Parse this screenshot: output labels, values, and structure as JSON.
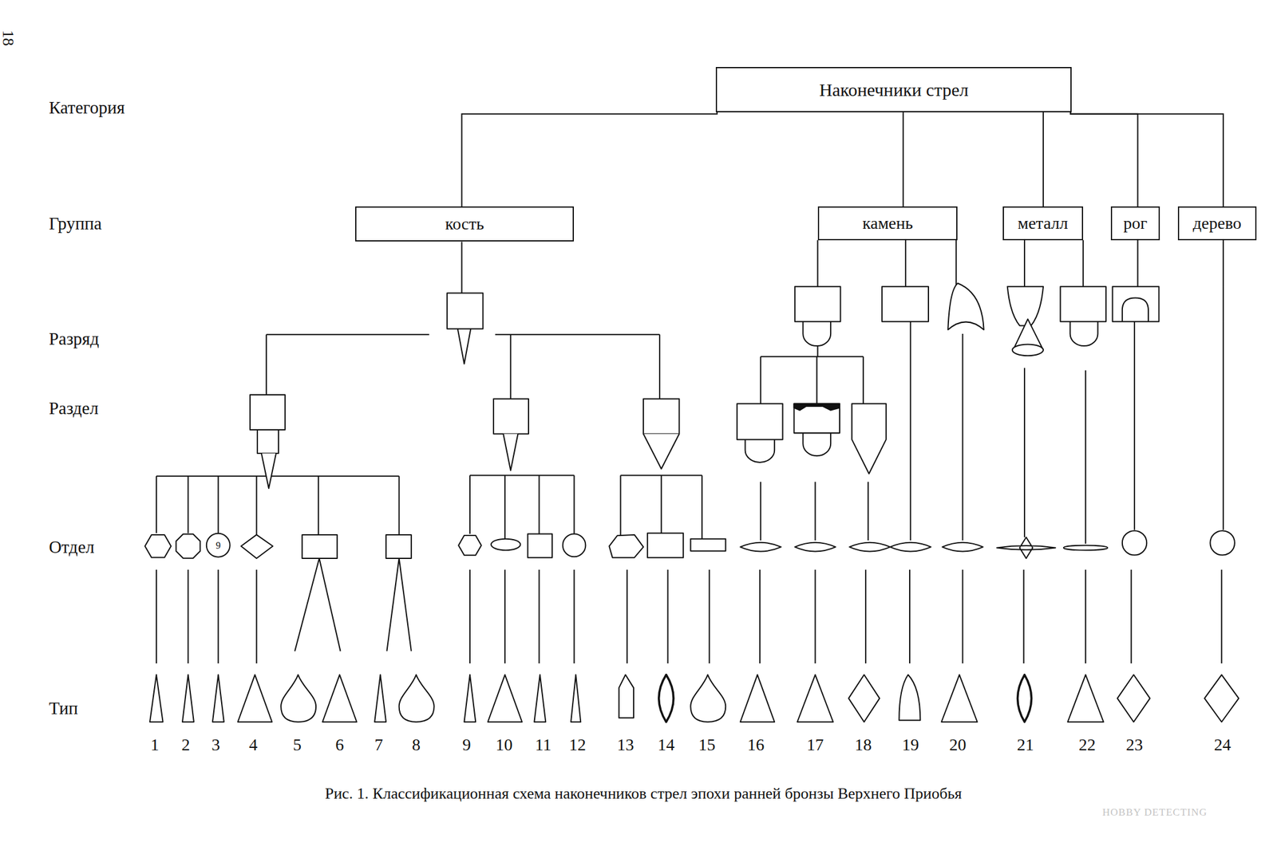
{
  "diagram": {
    "caption": "Рис. 1. Классификационная схема наконечников стрел эпохи ранней бронзы Верхнего Приобья",
    "nodes": [
      {
        "text": [
          "Наконечники стрел"
        ]
      },
      {
        "text": [
          "кость"
        ]
      },
      {
        "text": [
          "камень"
        ]
      },
      {
        "text": [
          "металл"
        ]
      },
      {
        "text": [
          "рог"
        ]
      },
      {
        "text": [
          "дерево"
        ]
      },
      {
        "text": [
          "9"
        ]
      }
    ],
    "edges": [
      {
        "from": 0,
        "to": 1,
        "arrow": "none"
      },
      {
        "from": 0,
        "to": 2,
        "arrow": "none"
      },
      {
        "from": 0,
        "to": 3,
        "arrow": "none"
      },
      {
        "from": 0,
        "to": 4,
        "arrow": "none"
      },
      {
        "from": 0,
        "to": 5,
        "arrow": "none"
      }
    ],
    "labels": [
      "18",
      "Категория",
      "Группа",
      "Разряд",
      "Раздел",
      "Отдел",
      "Тип",
      "1",
      "2",
      "3",
      "4",
      "5",
      "6",
      "7",
      "8",
      "9",
      "10",
      "11",
      "12",
      "13",
      "14",
      "15",
      "16",
      "17",
      "18",
      "19",
      "20",
      "21",
      "22",
      "23",
      "24",
      "HOBBY DETECTING"
    ]
  }
}
